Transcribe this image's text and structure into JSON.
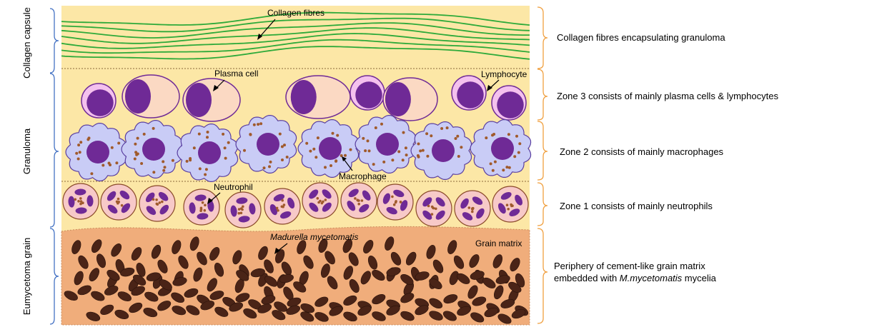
{
  "colors": {
    "background_zone": "#fce7a6",
    "grain_matrix": "#f0ad7b",
    "collagen": "#2eaa3a",
    "plasma_cytoplasm": "#fbd9c3",
    "nucleus": "#6f2a96",
    "lymphocyte_cytoplasm": "#f4c1ee",
    "macrophage": "#c9ccf6",
    "neutrophil": "#f7c9c8",
    "granule": "#a05a2c",
    "hypha": "#4a2417",
    "side_brace": "#4472c4",
    "right_brace": "#f0a040"
  },
  "side_labels": {
    "collagen_capsule": "Collagen capsule",
    "granuloma": "Granuloma",
    "eumycetoma_grain": "Eumycetoma grain"
  },
  "callouts": {
    "collagen_fibres": "Collagen fibres",
    "plasma_cell": "Plasma cell",
    "lymphocyte": "Lymphocyte",
    "macrophage": "Macrophage",
    "neutrophil": "Neutrophil",
    "madurella": "Madurella mycetomatis",
    "grain_matrix": "Grain matrix"
  },
  "descriptions": {
    "collagen": "Collagen fibres encapsulating granuloma",
    "zone3": "Zone 3 consists of mainly plasma cells & lymphocytes",
    "zone2": "Zone 2 consists of mainly macrophages",
    "zone1": "Zone 1 consists of mainly neutrophils",
    "grain_line1": "Periphery of cement-like grain matrix",
    "grain_line2_prefix": "embedded with ",
    "grain_line2_italic": "M.mycetomatis",
    "grain_line2_suffix": " mycelia"
  }
}
